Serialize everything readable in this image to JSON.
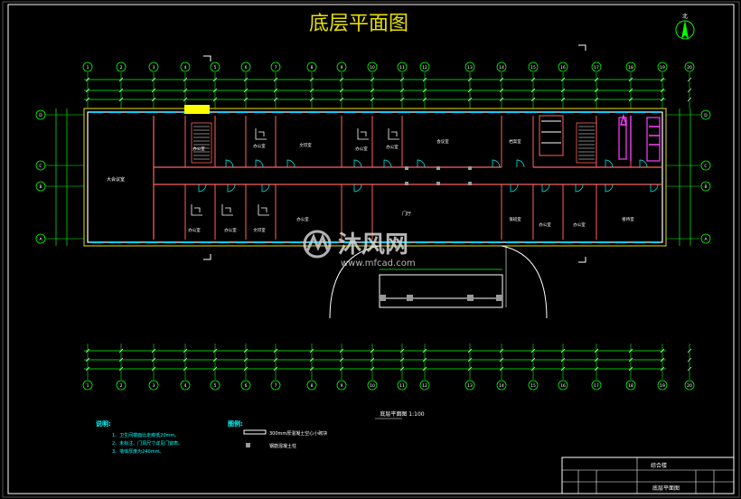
{
  "title": "底层平面图",
  "colors": {
    "background": "#000000",
    "title": "#e8e000",
    "grid": "#00ff00",
    "wall": "#ffffff",
    "room_outline": "#ff6060",
    "window": "#00d0ff",
    "stair": "#ffff00",
    "toilet": "#ff40ff",
    "text": "#ffffff",
    "notes": "#00ffff",
    "frame": "#ffffff"
  },
  "grid_top": [
    "1",
    "2",
    "3",
    "4",
    "5",
    "6",
    "7",
    "8",
    "9",
    "10",
    "11",
    "12",
    "13",
    "14",
    "15",
    "16",
    "17",
    "18",
    "19",
    "20"
  ],
  "grid_side": [
    "D",
    "C",
    "B",
    "A"
  ],
  "rooms_north": [
    "办公室",
    "办公室",
    "文印室",
    "办公室",
    "办公室",
    "会议室",
    "档案室"
  ],
  "rooms_south": [
    "办公室",
    "办公室",
    "文印室",
    "办公室",
    "门厅",
    "值班室",
    "办公室",
    "办公室",
    "接待室"
  ],
  "lobby_label": "门厅",
  "big_room_label": "大会议室",
  "caption": "底层平面图  1:100",
  "notes": {
    "heading": "说明:",
    "items": [
      "1、卫生间楼面比走廊低20mm。",
      "2、未标注、门洞尺寸详见门窗表。",
      "3、墙体厚度为240mm。"
    ]
  },
  "legend": {
    "heading": "图例:",
    "items": [
      "300mm厚混凝土空心小砌块",
      "钢筋混凝土柱"
    ]
  },
  "title_block": {
    "project": "综合楼",
    "drawing": "底层平面图"
  },
  "watermark": {
    "brand": "沐风网",
    "url": "www.mfcad.com"
  }
}
